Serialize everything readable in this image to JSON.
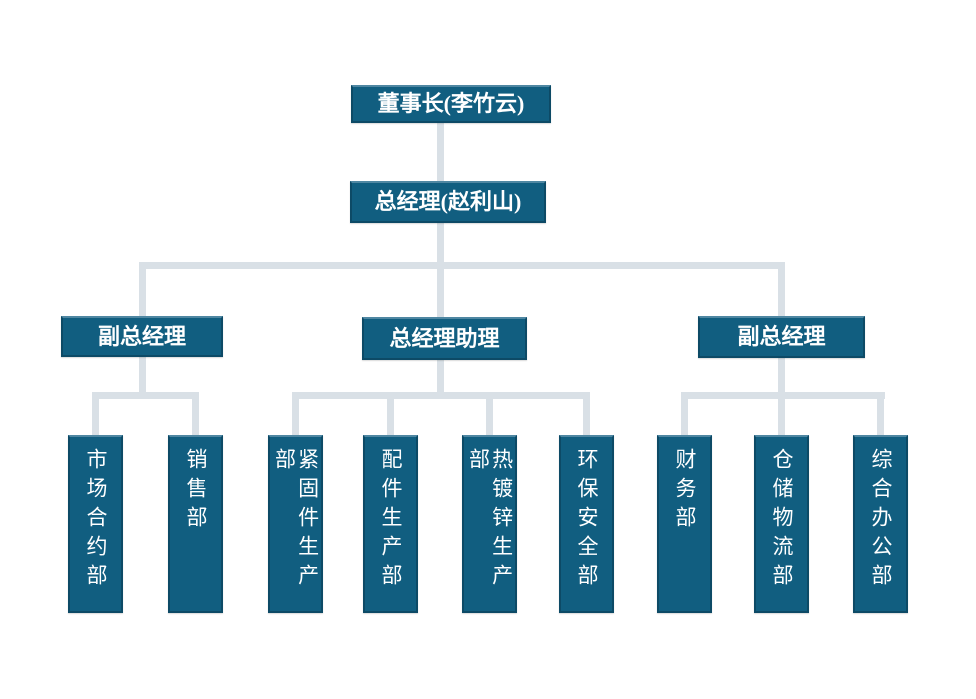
{
  "colors": {
    "node_fill": "#115e80",
    "node_border": "#0d4a66",
    "node_text": "#ffffff",
    "connector": "#d9e0e6",
    "background": "#ffffff"
  },
  "org_chart": {
    "chairman": {
      "label": "董事长(李竹云)"
    },
    "general_manager": {
      "label": "总经理(赵利山)"
    },
    "managers": [
      {
        "label": "副总经理"
      },
      {
        "label": "总经理助理"
      },
      {
        "label": "副总经理"
      }
    ],
    "departments": [
      {
        "label": "市场合约部"
      },
      {
        "label": "销售部"
      },
      {
        "label": "紧固件生产部"
      },
      {
        "label": "配件生产部"
      },
      {
        "label": "热镀锌生产部"
      },
      {
        "label": "环保安全部"
      },
      {
        "label": "财务部"
      },
      {
        "label": "仓储物流部"
      },
      {
        "label": "综合办公部"
      }
    ]
  }
}
